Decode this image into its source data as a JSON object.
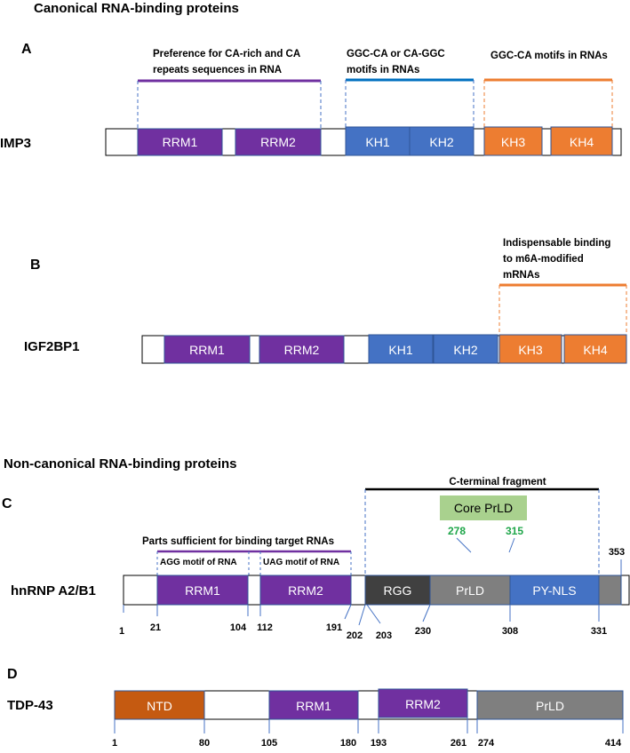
{
  "sections": {
    "canonical": "Canonical RNA-binding proteins",
    "noncanonical": "Non-canonical RNA-binding proteins"
  },
  "panels": {
    "A": {
      "label": "A",
      "protein": "IMP3",
      "domains": [
        "RRM1",
        "RRM2",
        "KH1",
        "KH2",
        "KH3",
        "KH4"
      ],
      "annotations": [
        [
          "Preference for CA-rich and CA",
          "repeats sequences in RNA"
        ],
        [
          "GGC-CA or CA-GGC",
          "motifs in RNAs"
        ],
        [
          "GGC-CA motifs in RNAs"
        ]
      ]
    },
    "B": {
      "label": "B",
      "protein": "IGF2BP1",
      "domains": [
        "RRM1",
        "RRM2",
        "KH1",
        "KH2",
        "KH3",
        "KH4"
      ],
      "annotations": [
        [
          "Indispensable binding",
          "to m6A-modified",
          "mRNAs"
        ]
      ]
    },
    "C": {
      "label": "C",
      "protein": "hnRNP A2/B1",
      "domains": [
        "RRM1",
        "RRM2",
        "RGG",
        "PrLD",
        "PY-NLS"
      ],
      "c_terminal": "C-terminal fragment",
      "core_prld": "Core PrLD",
      "core_start": "278",
      "core_end": "315",
      "parts_sufficient": "Parts sufficient for binding target RNAs",
      "agg_motif": "AGG motif of RNA",
      "uag_motif": "UAG motif of RNA",
      "positions": [
        "1",
        "21",
        "104",
        "112",
        "191",
        "202",
        "203",
        "230",
        "308",
        "331",
        "353"
      ]
    },
    "D": {
      "label": "D",
      "protein": "TDP-43",
      "domains": [
        "NTD",
        "RRM1",
        "RRM2",
        "PrLD"
      ],
      "positions": [
        "1",
        "80",
        "105",
        "180",
        "193",
        "261",
        "274",
        "414"
      ]
    }
  },
  "colors": {
    "rrm": "#7030a0",
    "kh": "#4472c4",
    "kh_orange": "#ed7d31",
    "rgg": "#404040",
    "prld": "#7f7f7f",
    "ntd": "#c55a11",
    "core_bg": "#a9d18e",
    "positions_green": "#1fa64a"
  }
}
